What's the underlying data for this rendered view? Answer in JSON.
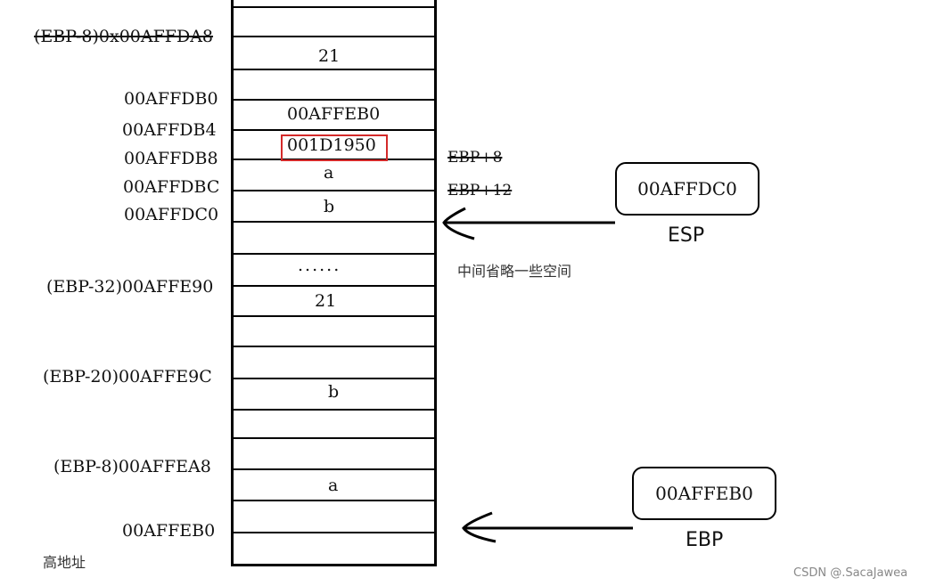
{
  "left_labels": {
    "ebp_minus_8_old": "(EBP-8)0x00AFFDA8",
    "affdb0": "00AFFDB0",
    "affdb4": "00AFFDB4",
    "affdb8": "00AFFDB8",
    "affdbc": "00AFFDBC",
    "affdc0": "00AFFDC0",
    "ebp_minus_32": "(EBP-32)00AFFE90",
    "ebp_minus_20": "(EBP-20)00AFFE9C",
    "ebp_minus_8": "(EBP-8)00AFFEA8",
    "affeb0": "00AFFEB0",
    "high_address": "高地址"
  },
  "cells": {
    "v21_top": "21",
    "saved_ebp": "00AFFEB0",
    "return_addr": "001D1950",
    "a_top": "a",
    "b_top": "b",
    "dots": "......",
    "v21_mid": "21",
    "b_mid": "b",
    "a_bottom": "a"
  },
  "side_labels": {
    "ebp_plus_8": "EBP+8",
    "ebp_plus_12": "EBP+12",
    "omitted": "中间省略一些空间"
  },
  "registers": {
    "esp_value": "00AFFDC0",
    "esp_name": "ESP",
    "ebp_value": "00AFFEB0",
    "ebp_name": "EBP"
  },
  "watermark": "CSDN @.SacaJawea",
  "colors": {
    "highlight": "#d42a2a"
  }
}
